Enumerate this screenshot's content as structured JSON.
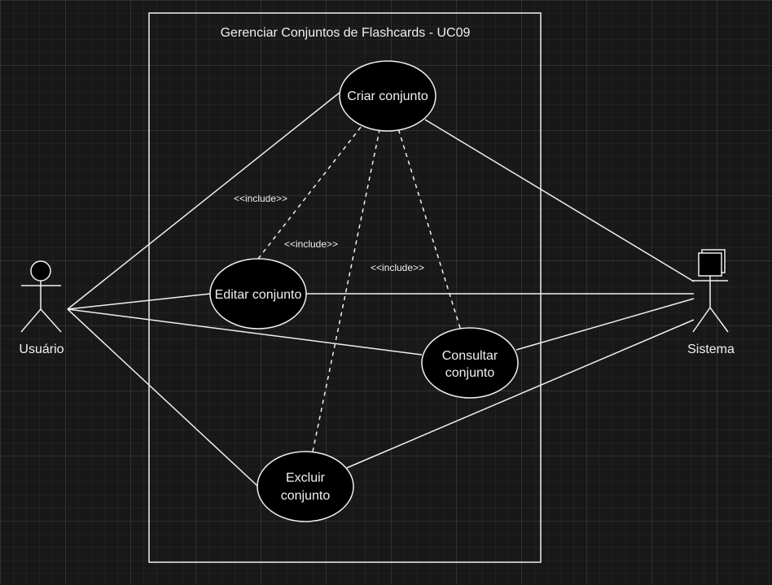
{
  "diagram": {
    "title": "Gerenciar Conjuntos de Flashcards - UC09",
    "actors": {
      "user": "Usuário",
      "system": "Sistema"
    },
    "use_cases": {
      "criar": "Criar conjunto",
      "editar": "Editar conjunto",
      "consultar_l1": "Consultar",
      "consultar_l2": "conjunto",
      "excluir_l1": "Excluir",
      "excluir_l2": "conjunto"
    },
    "relations": {
      "include_1": "<<include>>",
      "include_2": "<<include>>",
      "include_3": "<<include>>"
    },
    "colors": {
      "background": "#181818",
      "stroke": "#f0f0f0",
      "shape_fill": "#000000"
    }
  }
}
